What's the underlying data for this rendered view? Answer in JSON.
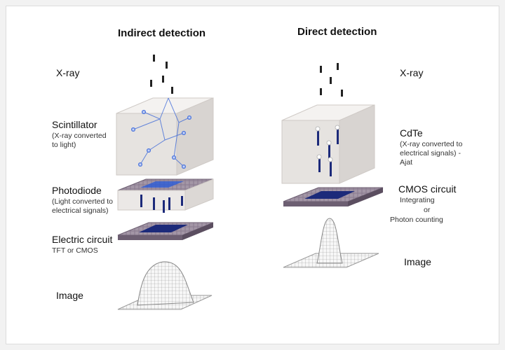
{
  "indirect": {
    "heading": "Indirect detection",
    "xray": "X-ray",
    "scintillator": {
      "title": "Scintillator",
      "desc": [
        "(X-ray converted",
        "to light)"
      ]
    },
    "photodiode": {
      "title": "Photodiode",
      "desc": [
        "(Light converted to",
        "electrical signals)"
      ]
    },
    "circuit": {
      "title": "Electric circuit",
      "desc": [
        "TFT or CMOS"
      ]
    },
    "image": "Image"
  },
  "direct": {
    "heading": "Direct detection",
    "xray": "X-ray",
    "cdte": {
      "title": "CdTe",
      "desc": [
        "(X-ray converted to",
        "electrical signals) -",
        "Ajat"
      ]
    },
    "cmos": {
      "title": "CMOS circuit",
      "desc": [
        "Integrating",
        "or",
        "Photon counting"
      ]
    },
    "image": "Image"
  },
  "colors": {
    "cube": "#e6e3e0",
    "grid_tile": "#8a7a8f",
    "grid_active": "#1c2a7a",
    "photon": "#2a5bd7"
  }
}
